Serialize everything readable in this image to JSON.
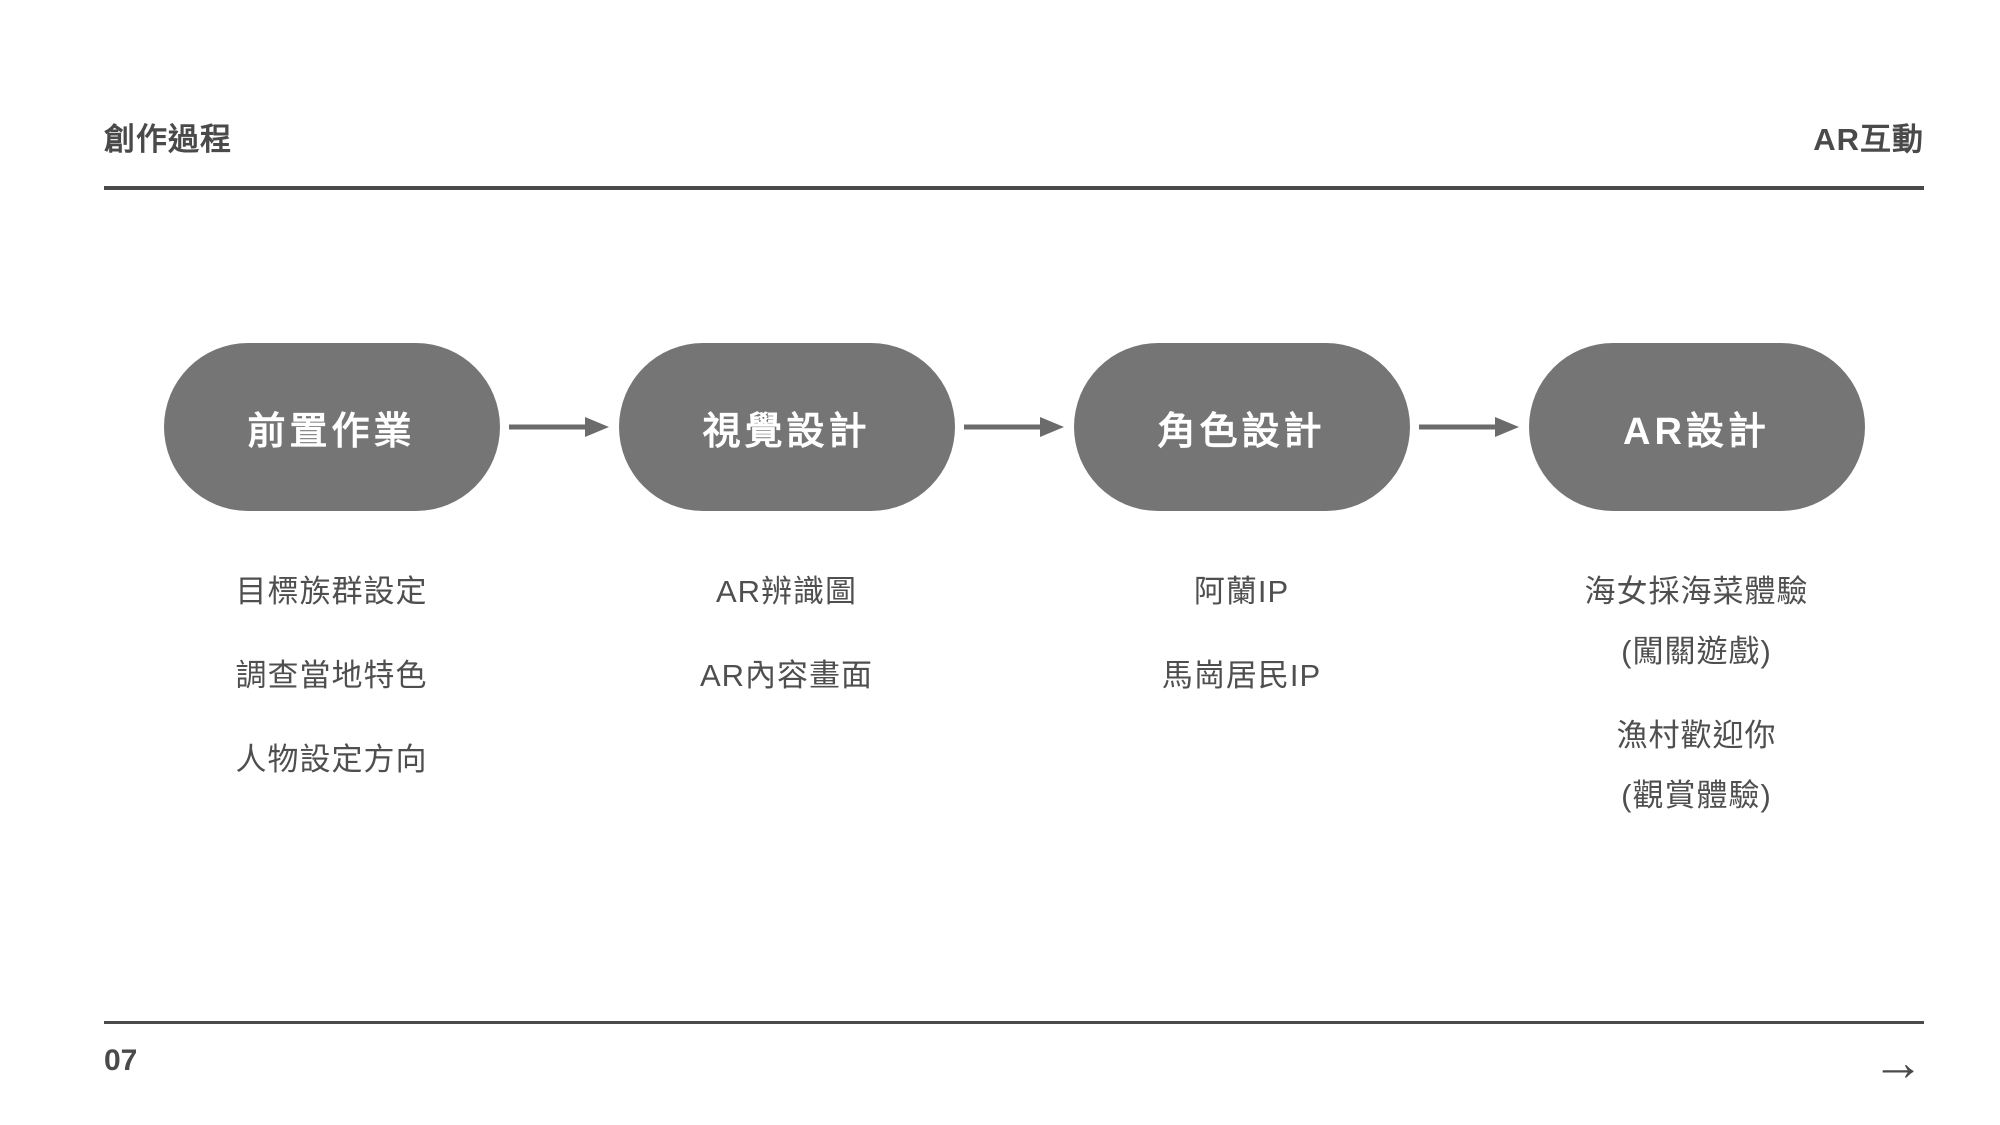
{
  "slide": {
    "header": {
      "title": "創作過程",
      "tag": "AR互動"
    },
    "flow": {
      "stages": [
        {
          "label": "前置作業",
          "items": [
            {
              "lines": [
                "目標族群設定"
              ]
            },
            {
              "lines": [
                "調查當地特色"
              ]
            },
            {
              "lines": [
                "人物設定方向"
              ]
            }
          ]
        },
        {
          "label": "視覺設計",
          "items": [
            {
              "lines": [
                "AR辨識圖"
              ]
            },
            {
              "lines": [
                "AR內容畫面"
              ]
            }
          ]
        },
        {
          "label": "角色設計",
          "items": [
            {
              "lines": [
                "阿蘭IP"
              ]
            },
            {
              "lines": [
                "馬崗居民IP"
              ]
            }
          ]
        },
        {
          "label": "AR設計",
          "items": [
            {
              "lines": [
                "海女採海菜體驗",
                "(闖關遊戲)"
              ]
            },
            {
              "lines": [
                "漁村歡迎你",
                "(觀賞體驗)"
              ]
            }
          ]
        }
      ]
    },
    "footer": {
      "page_number": "07",
      "next_arrow": "→"
    },
    "icons": {
      "flow_arrow": "arrow-right",
      "next_arrow": "arrow-right"
    },
    "colors": {
      "background": "#ffffff",
      "pill_fill": "#757575",
      "pill_text": "#ffffff",
      "body_text": "#4f4f4f",
      "rule": "#4a4a4a",
      "arrow": "#6b6b6b"
    }
  }
}
